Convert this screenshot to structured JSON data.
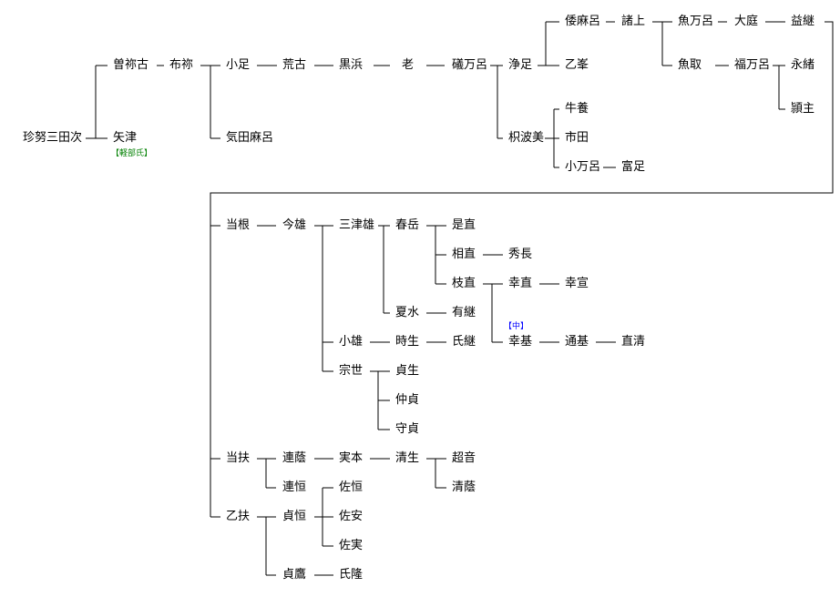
{
  "persons": [
    "珍努三田次",
    "曽祢古",
    "矢津",
    "布祢",
    "小足",
    "気田麻呂",
    "荒古",
    "黒浜",
    "老",
    "礒万呂",
    "浄足",
    "枳波美",
    "倭麻呂",
    "乙峯",
    "牛養",
    "市田",
    "小万呂",
    "諸上",
    "富足",
    "魚万呂",
    "魚取",
    "大庭",
    "福万呂",
    "益継",
    "永緒",
    "頴主",
    "当根",
    "今雄",
    "三津雄",
    "春岳",
    "是直",
    "相直",
    "秀長",
    "枝直",
    "幸直",
    "幸宣",
    "夏水",
    "有継",
    "小雄",
    "時生",
    "氏継",
    "幸基",
    "通基",
    "直清",
    "宗世",
    "貞生",
    "仲貞",
    "守貞",
    "当扶",
    "連蔭",
    "実本",
    "清生",
    "超音",
    "清蔭",
    "連恒",
    "乙扶",
    "貞恒",
    "佐恒",
    "佐安",
    "佐実",
    "貞鷹",
    "氏隆"
  ],
  "notes": {
    "karube": "【軽部氏】",
    "naka": "【中】"
  },
  "colors": {
    "line": "#000000",
    "note_green": "#008000",
    "note_blue": "#0000ff"
  }
}
